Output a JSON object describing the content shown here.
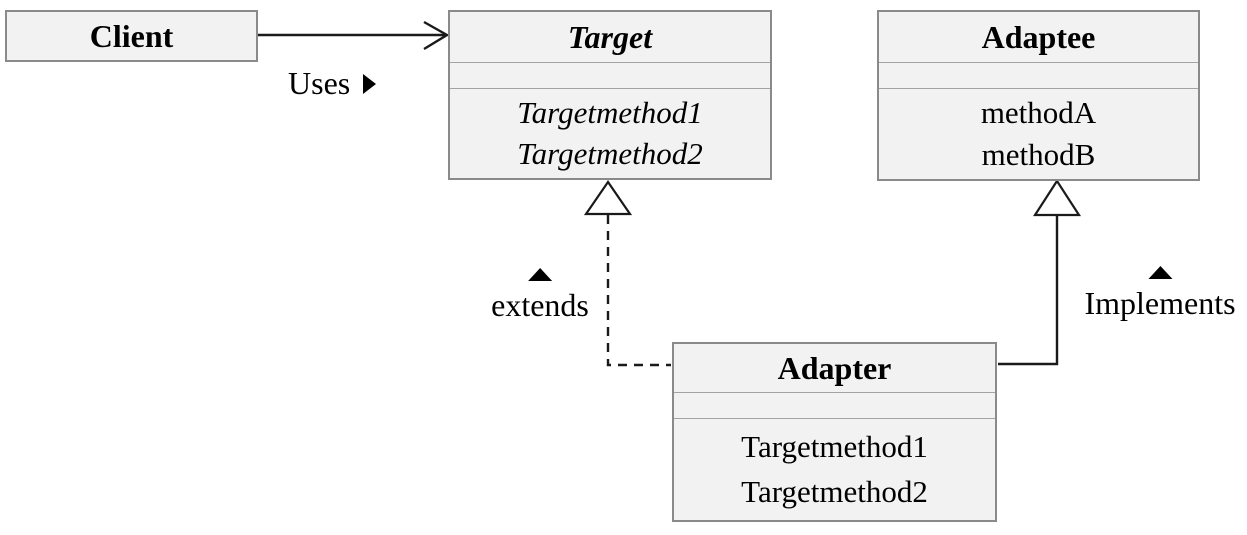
{
  "diagram": {
    "kind": "uml-class-diagram",
    "pattern": "Adapter",
    "colors": {
      "background": "#ffffff",
      "box_fill": "#f2f2f2",
      "box_border": "#8a8a8a",
      "section_divider": "#a3a3a3",
      "connector": "#1a1a1a",
      "text": "#000000"
    }
  },
  "classes": {
    "client": {
      "name": "Client"
    },
    "target": {
      "name": "Target",
      "name_style": "bold-italic",
      "methods": {
        "m1": "Targetmethod1",
        "m2": "Targetmethod2"
      },
      "methods_style": "italic"
    },
    "adaptee": {
      "name": "Adaptee",
      "methods": {
        "m1": "methodA",
        "m2": "methodB"
      }
    },
    "adapter": {
      "name": "Adapter",
      "methods": {
        "m1": "Targetmethod1",
        "m2": "Targetmethod2"
      }
    }
  },
  "relationships": {
    "uses": {
      "label": "Uses",
      "from": "Client",
      "to": "Target",
      "line": "solid",
      "arrow": "open-arrowhead",
      "direction_marker": "filled-right-triangle"
    },
    "extends": {
      "label": "extends",
      "from": "Adapter",
      "to": "Target",
      "line": "dashed",
      "arrow": "hollow-triangle",
      "direction_marker": "filled-up-triangle"
    },
    "implements": {
      "label": "Implements",
      "from": "Adapter",
      "to": "Adaptee",
      "line": "solid",
      "arrow": "hollow-triangle",
      "direction_marker": "filled-up-triangle"
    }
  }
}
